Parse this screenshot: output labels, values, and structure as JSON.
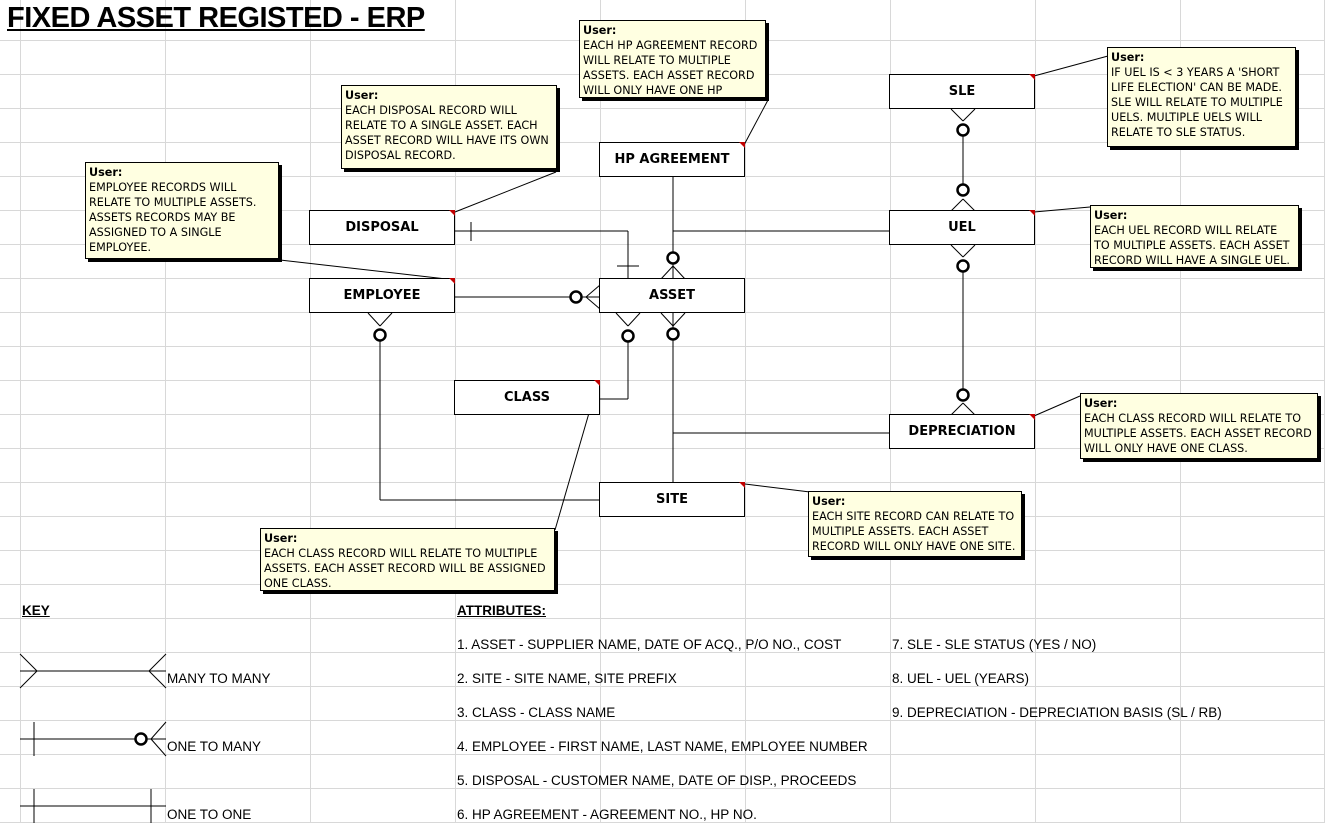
{
  "title": "FIXED ASSET REGISTED - ERP",
  "entities": {
    "hp_agreement": "HP AGREEMENT",
    "sle": "SLE",
    "disposal": "DISPOSAL",
    "uel": "UEL",
    "employee": "EMPLOYEE",
    "asset": "ASSET",
    "class": "CLASS",
    "depreciation": "DEPRECIATION",
    "site": "SITE"
  },
  "notes": {
    "author": "User:",
    "hp": "EACH HP AGREEMENT RECORD WILL RELATE TO MULTIPLE ASSETS. EACH ASSET RECORD WILL ONLY HAVE ONE HP",
    "sle": "IF UEL IS < 3 YEARS A 'SHORT LIFE ELECTION' CAN BE MADE. SLE WILL RELATE TO MULTIPLE UELS. MULTIPLE UELS WILL RELATE TO SLE STATUS.",
    "disposal": "EACH DISPOSAL RECORD WILL RELATE TO A SINGLE ASSET. EACH ASSET RECORD WILL HAVE ITS OWN DISPOSAL RECORD.",
    "employee": "EMPLOYEE RECORDS WILL RELATE TO MULTIPLE ASSETS. ASSETS RECORDS MAY BE ASSIGNED TO A SINGLE EMPLOYEE.",
    "uel": "EACH UEL RECORD WILL RELATE TO MULTIPLE ASSETS. EACH ASSET RECORD WILL HAVE A SINGLE UEL.",
    "depreciation": "EACH CLASS RECORD WILL RELATE TO MULTIPLE ASSETS. EACH ASSET RECORD WILL ONLY HAVE ONE CLASS.",
    "site": "EACH SITE RECORD CAN RELATE TO MULTIPLE ASSETS. EACH ASSET RECORD WILL ONLY HAVE ONE SITE.",
    "class": "EACH CLASS RECORD WILL RELATE TO MULTIPLE ASSETS. EACH ASSET RECORD WILL BE ASSIGNED ONE CLASS."
  },
  "key": {
    "heading": "KEY",
    "many_to_many": "MANY TO MANY",
    "one_to_many": "ONE TO MANY",
    "one_to_one": "ONE TO ONE"
  },
  "attributes": {
    "heading": "ATTRIBUTES:",
    "items": [
      "1. ASSET - SUPPLIER NAME, DATE OF ACQ., P/O NO., COST",
      "2. SITE - SITE NAME, SITE PREFIX",
      "3. CLASS - CLASS NAME",
      "4. EMPLOYEE - FIRST NAME, LAST NAME, EMPLOYEE NUMBER",
      "5. DISPOSAL - CUSTOMER NAME, DATE OF DISP., PROCEEDS",
      "6. HP AGREEMENT - AGREEMENT NO., HP NO.",
      "7. SLE - SLE STATUS (YES / NO)",
      "8. UEL - UEL (YEARS)",
      "9. DEPRECIATION - DEPRECIATION BASIS (SL / RB)"
    ]
  },
  "colors": {
    "gridline": "#d8d8d8",
    "note_fill": "#ffffe1",
    "comment_marker": "#c00000"
  }
}
